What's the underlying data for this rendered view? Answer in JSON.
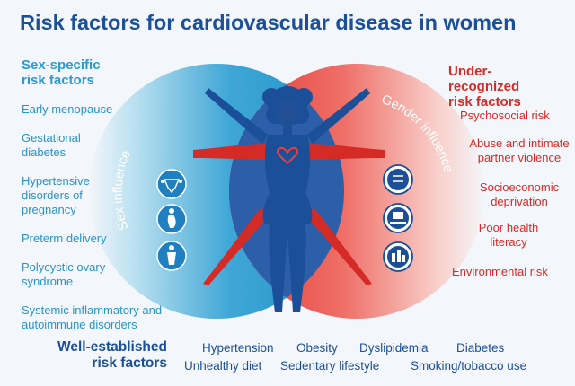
{
  "title": "Risk factors for cardiovascular disease in women",
  "sex_specific": {
    "heading_line1": "Sex-specific",
    "heading_line2": "risk factors",
    "arc_label": "Sex influence",
    "items": [
      "Early menopause",
      "Gestational diabetes",
      "Hypertensive disorders of pregnancy",
      "Preterm delivery",
      "Polycystic ovary syndrome",
      "Systemic inflammatory and autoimmune disorders"
    ]
  },
  "under_recognized": {
    "heading_line1": "Under-recognized",
    "heading_line2": "risk factors",
    "arc_label": "Gender influence",
    "items": [
      "Psychosocial risk",
      "Abuse and intimate partner violence",
      "Socioeconomic deprivation",
      "Poor health literacy",
      "Environmental risk"
    ]
  },
  "well_established": {
    "heading_line1": "Well-established",
    "heading_line2": "risk factors",
    "items": [
      "Hypertension",
      "Obesity",
      "Dyslipidemia",
      "Diabetes",
      "Unhealthy diet",
      "Sedentary lifestyle",
      "Smoking/tobacco use"
    ]
  },
  "icons": {
    "left": [
      "uterus-icon",
      "pregnant-woman-icon",
      "ovary-woman-icon"
    ],
    "right": [
      "stressed-head-icon",
      "money-in-hand-icon",
      "factory-pollution-icon"
    ]
  },
  "colors": {
    "title": "#1b4f97",
    "sex_specific": "#2a9bd0",
    "under_recognized": "#d52b27",
    "figure_blue": "#1b4f97",
    "figure_red": "#d52b27"
  }
}
